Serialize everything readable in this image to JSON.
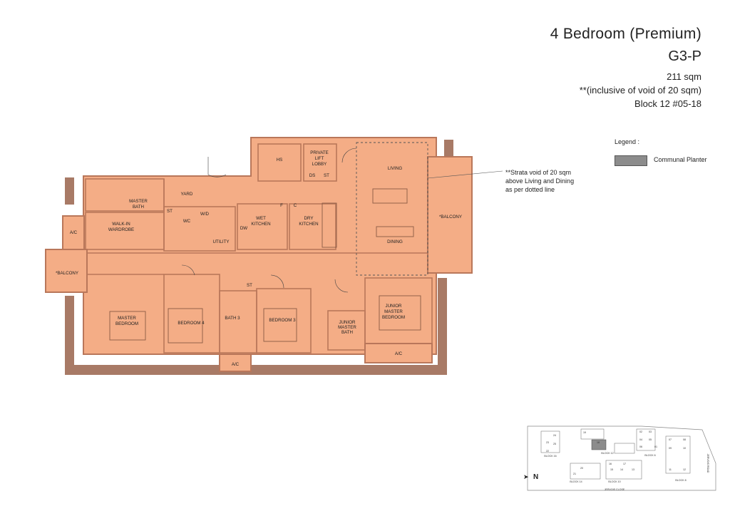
{
  "header": {
    "title": "4 Bedroom (Premium)",
    "unit_type": "G3-P",
    "area": "211 sqm",
    "void_note": "**(inclusive of void of 20 sqm)",
    "block": "Block 12  #05-18"
  },
  "legend": {
    "title": "Legend :",
    "items": [
      {
        "label": "Communal Planter",
        "color": "#8c8c8c"
      }
    ]
  },
  "annotation": {
    "line1": "**Strata void of 20 sqm",
    "line2": "above Living and Dining",
    "line3": "as per dotted line"
  },
  "colors": {
    "floor": "#f4ad86",
    "wall": "#b9775a",
    "planter": "#a87a66",
    "void_line": "#555555"
  },
  "rooms": {
    "hs": "HS",
    "private_lift_lobby": [
      "PRIVATE",
      "LIFT",
      "LOBBY"
    ],
    "living": "LIVING",
    "dining": "DINING",
    "balcony_right": "*BALCONY",
    "balcony_left": "*BALCONY",
    "yard": "YARD",
    "master_bath": [
      "MASTER",
      "BATH"
    ],
    "walk_in_wardrobe": [
      "WALK-IN",
      "WARDROBE"
    ],
    "ac_left": "A/C",
    "wc": "WC",
    "wd": "W/D",
    "utility": "UTILITY",
    "wet_kitchen": [
      "WET",
      "KITCHEN"
    ],
    "dry_kitchen": [
      "DRY",
      "KITCHEN"
    ],
    "dw": "DW",
    "ds": "DS",
    "st_lobby": "ST",
    "st_corridor": "ST",
    "st_yard": "ST",
    "fridge": "F",
    "cooker": "C",
    "master_bedroom": [
      "MASTER",
      "BEDROOM"
    ],
    "bedroom_4": "BEDROOM 4",
    "bath_3": "BATH 3",
    "bedroom_3": "BEDROOM 3",
    "junior_master_bath": [
      "JUNIOR",
      "MASTER",
      "BATH"
    ],
    "junior_master_bedroom": [
      "JUNIOR",
      "MASTER",
      "BEDROOM"
    ],
    "ac_bottom_mid": "A/C",
    "ac_bottom_right": "A/C"
  },
  "keyplan": {
    "labels": [
      "BLOCK 16",
      "BLOCK 12",
      "BLOCK 6",
      "BLOCK 14",
      "BLOCK 10",
      "BLOCK 8",
      "JERVOIS CLOSE",
      "JERVOIS ROAD"
    ],
    "numbers": [
      "19",
      "18",
      "02",
      "03",
      "04",
      "05",
      "06",
      "07",
      "08",
      "09",
      "10",
      "11",
      "12",
      "13",
      "14",
      "15",
      "16",
      "17",
      "20",
      "21",
      "22",
      "23",
      "24",
      "25",
      "01"
    ]
  },
  "compass": {
    "north_label": "N"
  }
}
